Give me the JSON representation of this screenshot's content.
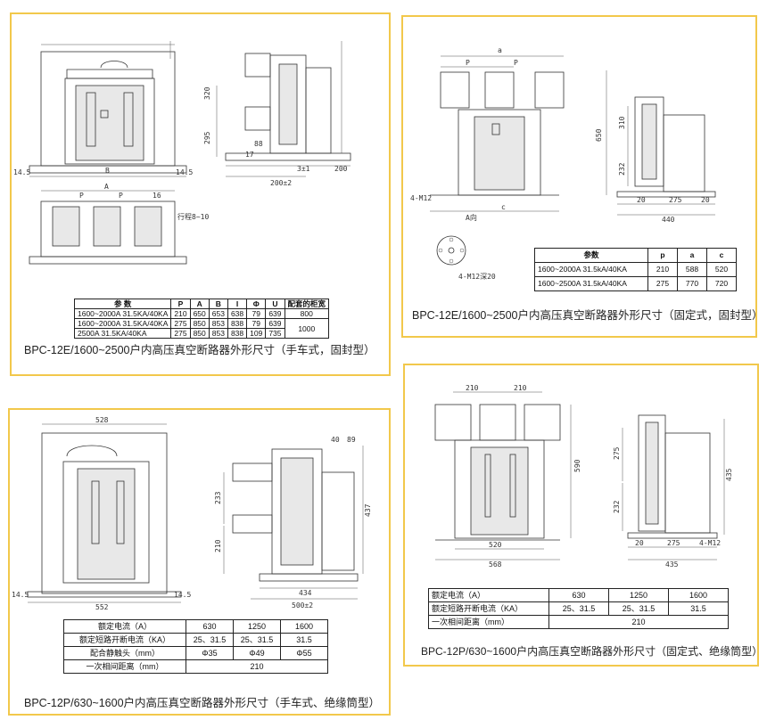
{
  "panels": {
    "tl": {
      "caption": "BPC-12E/1600~2500户内高压真空断路器外形尺寸（手车式，固封型）",
      "dims": [
        "B",
        "14.5",
        "14.5",
        "A",
        "P",
        "P",
        "16",
        "行程8~10",
        "200±2",
        "3±1",
        "200",
        "88",
        "17",
        "320",
        "295"
      ],
      "table": {
        "header": [
          "参 数",
          "P",
          "A",
          "B",
          "I",
          "Φ",
          "U",
          "配套的柜宽"
        ],
        "rows": [
          [
            "1600~2000A 31.5KA/40KA",
            "210",
            "650",
            "653",
            "638",
            "79",
            "639"
          ],
          [
            "1600~2000A 31.5KA/40KA",
            "275",
            "850",
            "853",
            "838",
            "79",
            "639"
          ],
          [
            "2500A 31.5KA/40KA",
            "275",
            "850",
            "853",
            "838",
            "109",
            "735"
          ]
        ],
        "cabinet": [
          "800",
          "1000"
        ]
      }
    },
    "tr": {
      "caption": "BPC-12E/1600~2500户内高压真空断路器外形尺寸（固定式，固封型）",
      "dims": [
        "a",
        "P",
        "P",
        "c",
        "4-M12",
        "A向",
        "650",
        "310",
        "232",
        "20",
        "275",
        "20",
        "440",
        "4-M12深20"
      ],
      "table": {
        "header": [
          "参数",
          "p",
          "a",
          "c"
        ],
        "rows": [
          [
            "1600~2000A 31.5kA/40KA",
            "210",
            "588",
            "520"
          ],
          [
            "1600~2500A 31.5kA/40KA",
            "275",
            "770",
            "720"
          ]
        ]
      }
    },
    "bl": {
      "caption": "BPC-12P/630~1600户内高压真空断路器外形尺寸（手车式、绝缘筒型）",
      "dims": [
        "528",
        "14.5",
        "552",
        "14.5",
        "40",
        "89",
        "434",
        "500±2",
        "233",
        "210",
        "437"
      ],
      "table": {
        "rows": [
          [
            "额定电流（A）",
            "630",
            "1250",
            "1600"
          ],
          [
            "额定短路开断电流（KA）",
            "25、31.5",
            "25、31.5",
            "31.5"
          ],
          [
            "配合静触头（mm）",
            "Φ35",
            "Φ49",
            "Φ55"
          ]
        ],
        "last_row": [
          "一次相间距离（mm）",
          "210"
        ]
      }
    },
    "br": {
      "caption": "BPC-12P/630~1600户内高压真空断路器外形尺寸（固定式、绝缘筒型）",
      "dims": [
        "210",
        "210",
        "520",
        "568",
        "590",
        "275",
        "232",
        "435",
        "20",
        "275",
        "4-M12",
        "435"
      ],
      "table": {
        "rows": [
          [
            "额定电流（A）",
            "630",
            "1250",
            "1600"
          ],
          [
            "额定短路开断电流（KA）",
            "25、31.5",
            "25、31.5",
            "31.5"
          ]
        ],
        "last_row": [
          "一次相间距离（mm）",
          "210"
        ]
      }
    }
  }
}
